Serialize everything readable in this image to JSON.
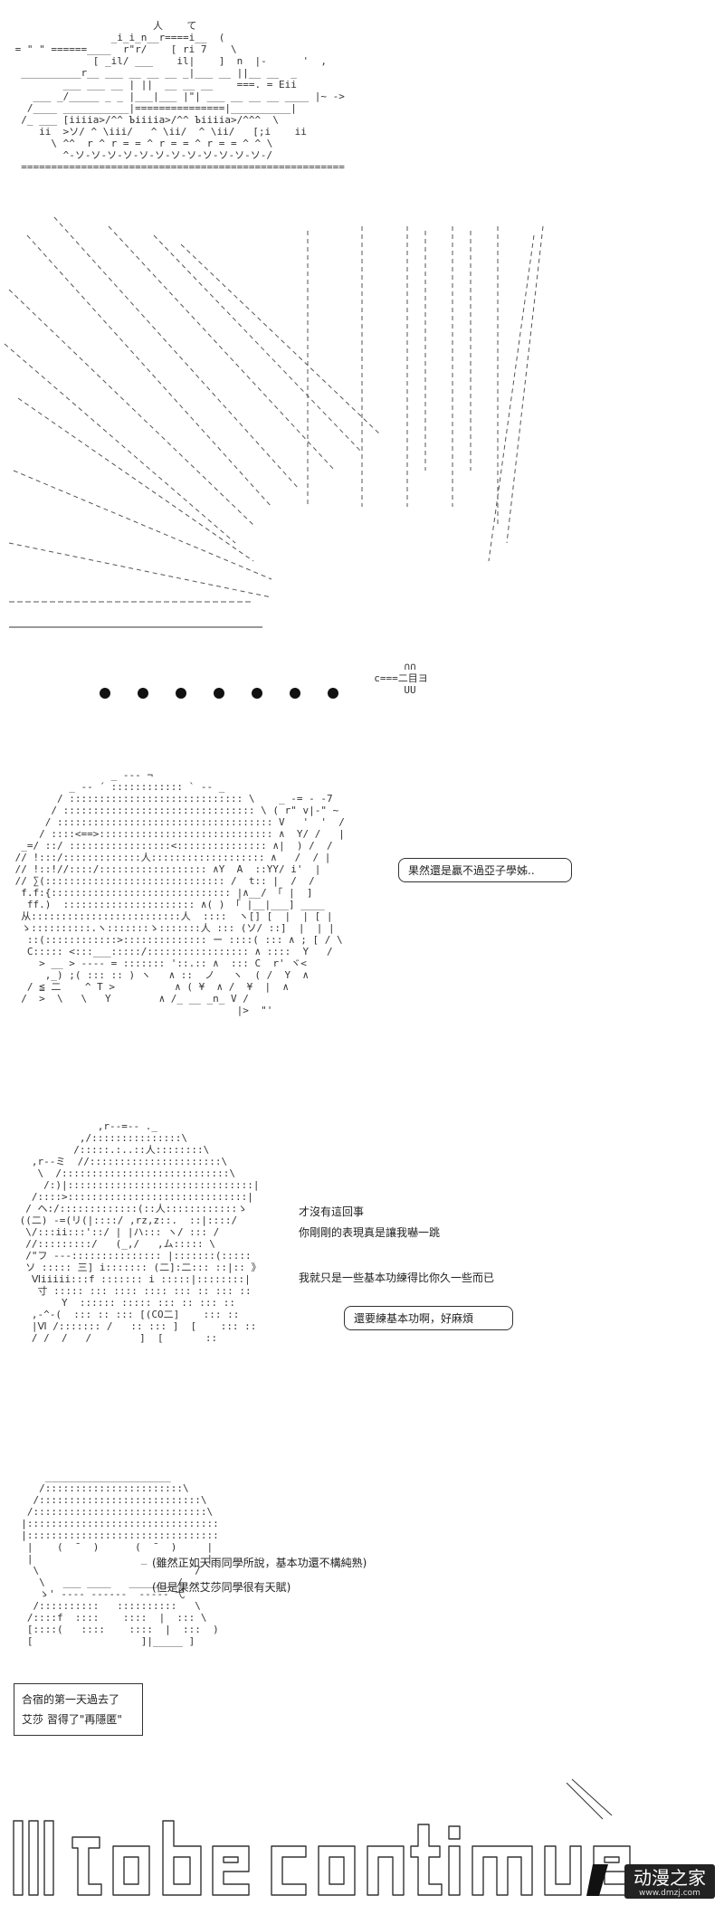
{
  "panel2": {
    "speech": "果然還是贏不過亞子學姊.."
  },
  "panel3": {
    "lines": [
      "才沒有這回事",
      "你剛剛的表現真是讓我嚇一跳",
      "我就只是一些基本功練得比你久一些而已"
    ],
    "bubble": "還要練基本功啊，好麻煩"
  },
  "panel4": {
    "lines": [
      "(雖然正如天雨同學所說，基本功還不構純熟)",
      "(但是果然艾莎同學很有天賦)"
    ]
  },
  "narration": {
    "lines": [
      "合宿的第一天過去了",
      "艾莎 習得了\"再隱匿\""
    ]
  },
  "footer": {
    "logo_main": "动漫之家",
    "logo_url": "www.dmzj.com"
  }
}
